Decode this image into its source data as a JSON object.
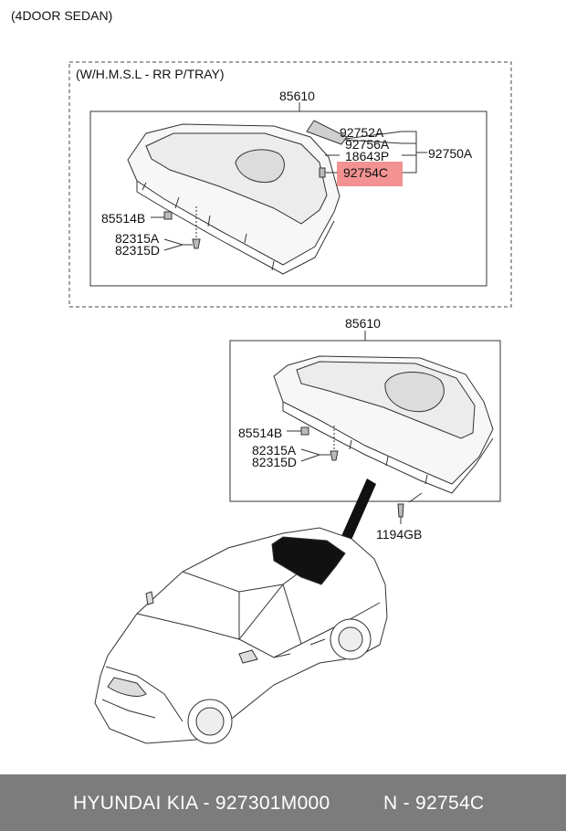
{
  "header": {
    "model_caption": "(4DOOR SEDAN)",
    "option_caption": "(W/H.M.S.L - RR P/TRAY)"
  },
  "upper_assembly": {
    "main_part": "85610",
    "parts": [
      "92752A",
      "92756A",
      "18643P",
      "92754C",
      "92750A",
      "85514B",
      "82315A",
      "82315D"
    ],
    "highlighted_part": "92754C",
    "highlight_color": "#f07f7f"
  },
  "lower_assembly": {
    "main_part": "85610",
    "parts": [
      "85514B",
      "82315A",
      "82315D",
      "1194GB"
    ]
  },
  "footer": {
    "brand": "HYUNDAI  KIA - 927301M000",
    "ref": "N - 92754C",
    "background": "#7c7c7c"
  }
}
